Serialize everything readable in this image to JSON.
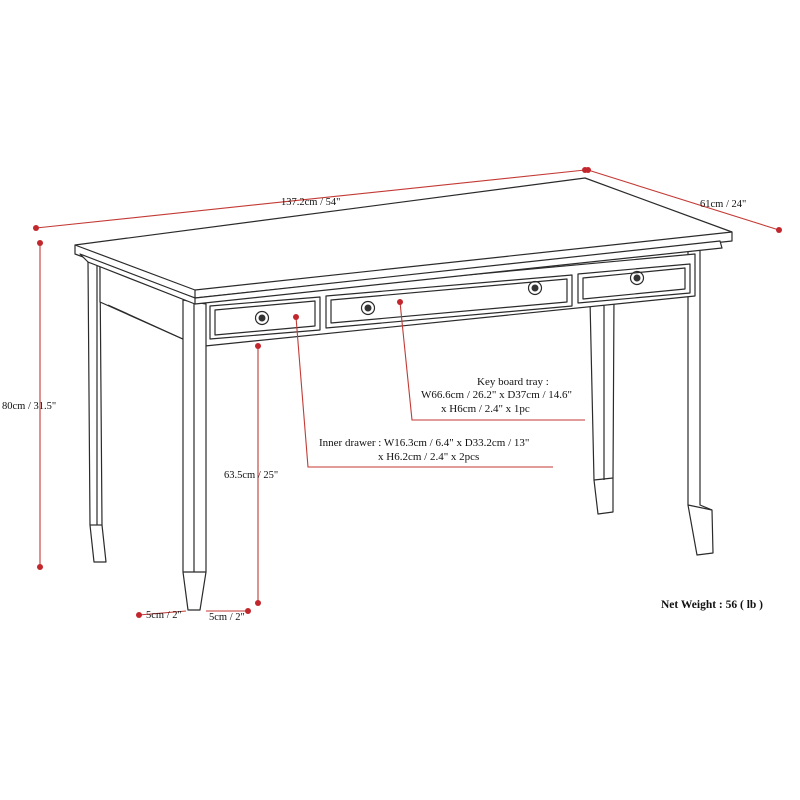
{
  "dimensions": {
    "width": "137.2cm / 54\"",
    "depth": "61cm / 24\"",
    "height": "80cm / 31.5\"",
    "clearance": "63.5cm / 25\"",
    "leg_side": "5cm / 2\"",
    "leg_front": "5cm / 2\""
  },
  "keyboard_tray": {
    "line1": "Key board tray :",
    "line2": "W66.6cm / 26.2\" x D37cm / 14.6\"",
    "line3": "x H6cm / 2.4\" x 1pc"
  },
  "inner_drawer": {
    "line1": "Inner drawer : W16.3cm / 6.4\" x D33.2cm / 13\"",
    "line2": "x H6.2cm / 2.4\" x 2pcs"
  },
  "net_weight": "Net Weight : 56 ( lb )",
  "colors": {
    "dimension_line": "#c33a35",
    "outline": "#2b2b2b"
  }
}
